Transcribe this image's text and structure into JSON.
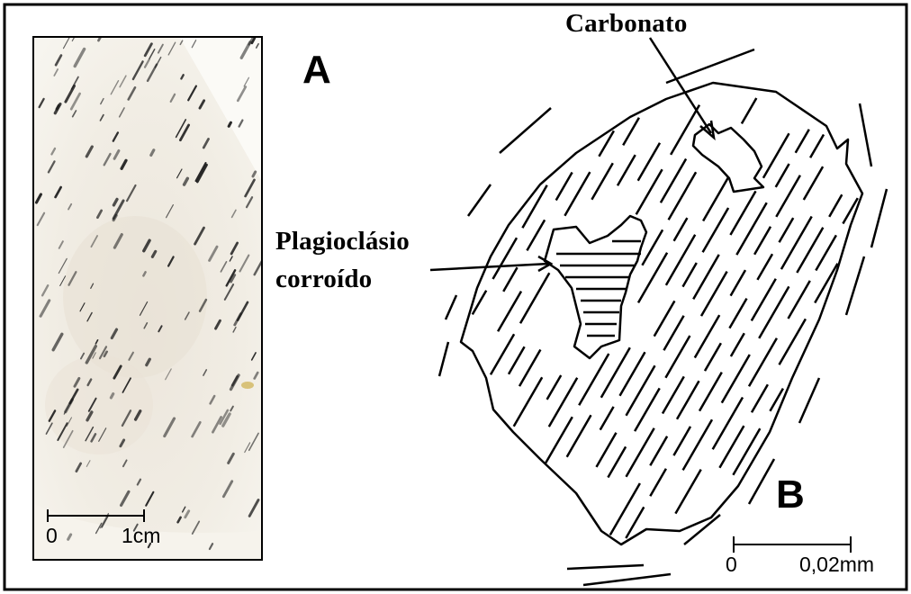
{
  "panel_a": {
    "letter": "A",
    "scale_bar": {
      "start": "0",
      "end": "1cm"
    },
    "photo_description_colors": {
      "background": "#f3f0e8",
      "mineral_streaks": "#1c1c1c"
    }
  },
  "panel_b": {
    "letter": "B",
    "labels": {
      "carbonate": "Carbonato",
      "plagioclase_line1": "Plagioclásio",
      "plagioclase_line2": "corroído"
    },
    "scale_bar": {
      "start": "0",
      "end": "0,02mm"
    }
  },
  "colors": {
    "frame": "#000000",
    "background": "#ffffff"
  }
}
